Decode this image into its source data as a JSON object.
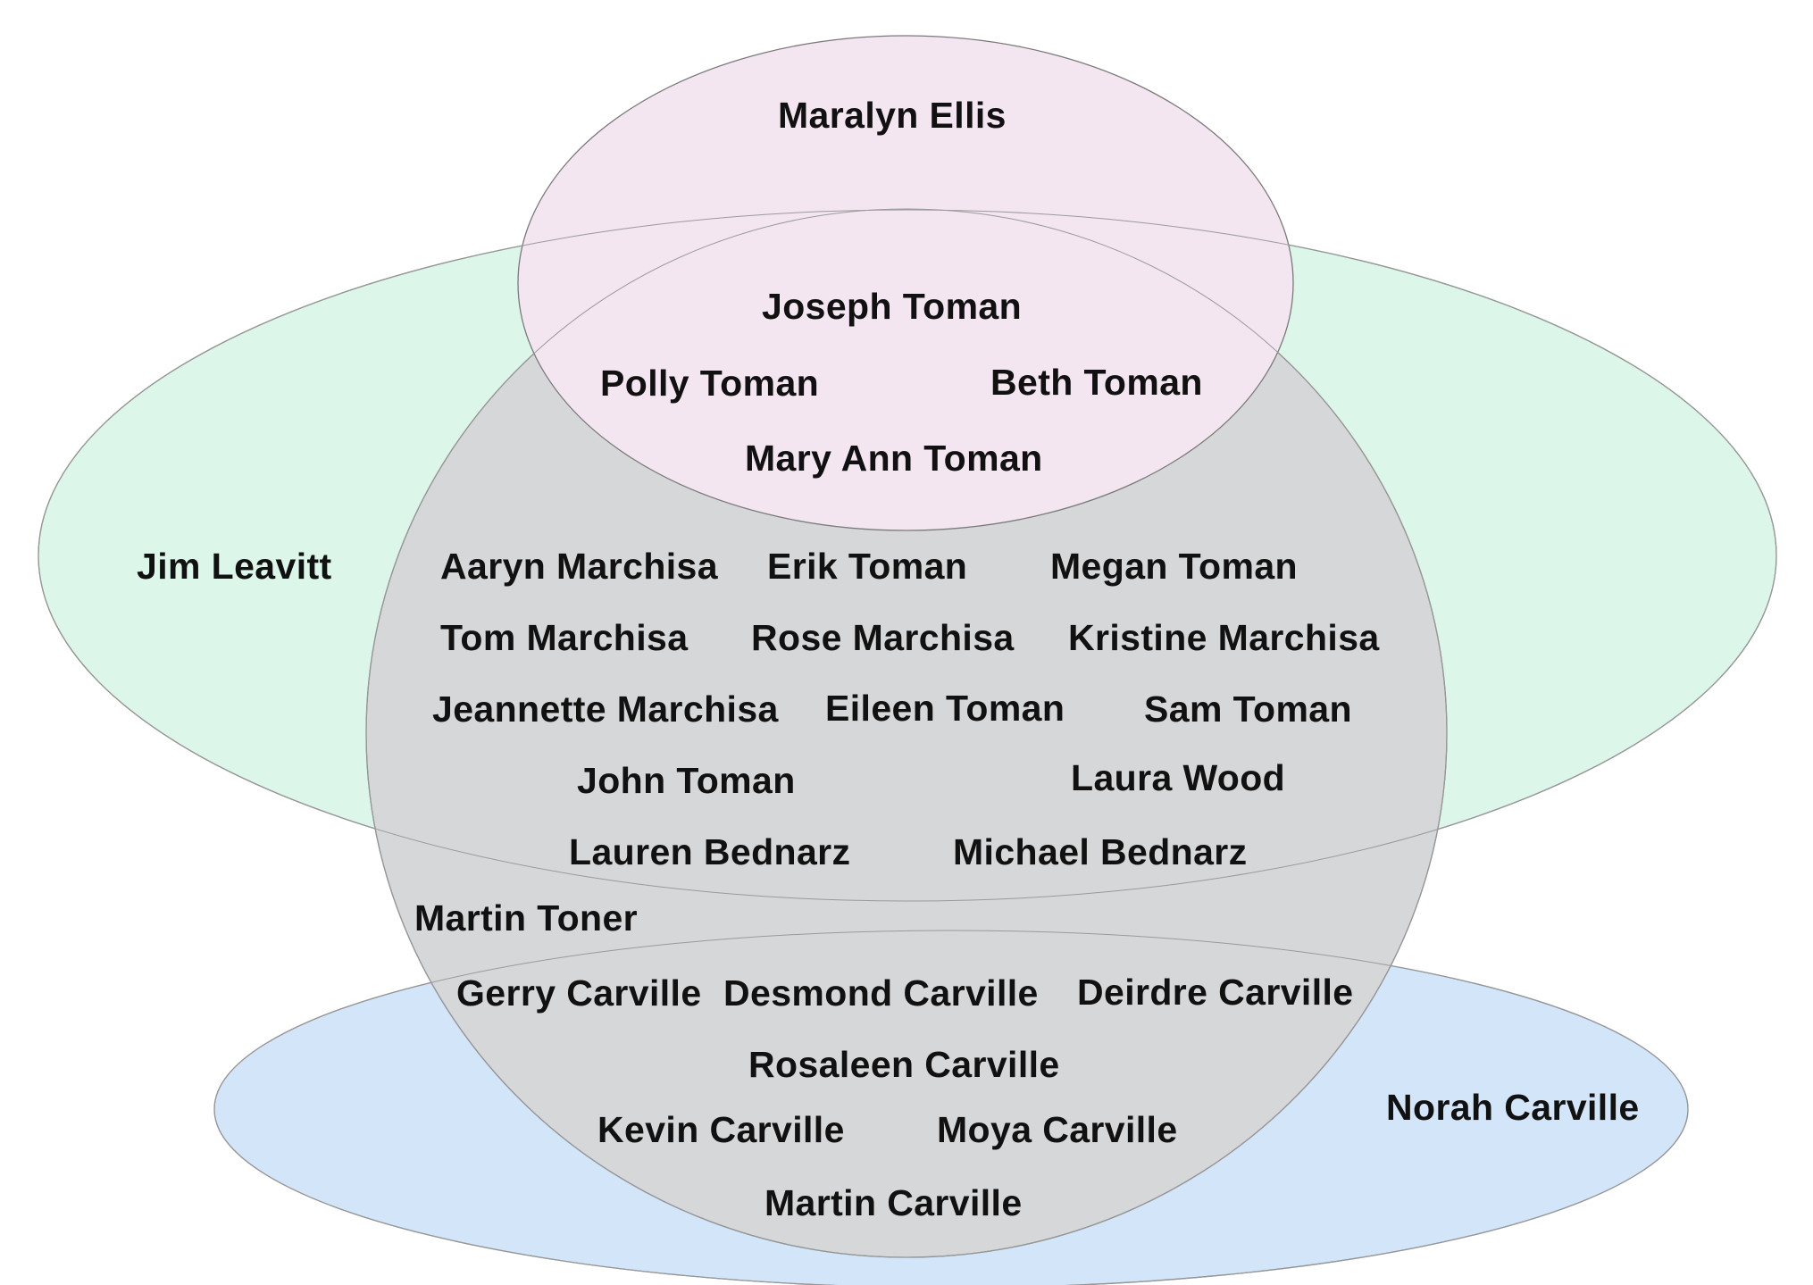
{
  "colors": {
    "green_set": "#dcf7ea",
    "pink_set": "#f3e6f1",
    "grey_set": "#d6d7d9",
    "blue_set": "#d3e5f8",
    "outline": "#7a7a7a",
    "text": "#111111"
  },
  "names": {
    "maralyn_ellis": "Maralyn Ellis",
    "joseph_toman": "Joseph Toman",
    "polly_toman": "Polly Toman",
    "beth_toman": "Beth Toman",
    "mary_ann_toman": "Mary Ann Toman",
    "jim_leavitt": "Jim Leavitt",
    "aaryn_marchisa": "Aaryn Marchisa",
    "erik_toman": "Erik Toman",
    "megan_toman": "Megan Toman",
    "tom_marchisa": "Tom Marchisa",
    "rose_marchisa": "Rose Marchisa",
    "kristine_marchisa": "Kristine Marchisa",
    "jeannette_marchisa": "Jeannette Marchisa",
    "eileen_toman": "Eileen Toman",
    "sam_toman": "Sam Toman",
    "john_toman": "John Toman",
    "laura_wood": "Laura Wood",
    "lauren_bednarz": "Lauren Bednarz",
    "michael_bednarz": "Michael Bednarz",
    "martin_toner": "Martin Toner",
    "gerry_carville": "Gerry Carville",
    "desmond_carville": "Desmond Carville",
    "deirdre_carville": "Deirdre Carville",
    "rosaleen_carville": "Rosaleen Carville",
    "norah_carville": "Norah Carville",
    "kevin_carville": "Kevin Carville",
    "moya_carville": "Moya Carville",
    "martin_carville": "Martin Carville"
  }
}
